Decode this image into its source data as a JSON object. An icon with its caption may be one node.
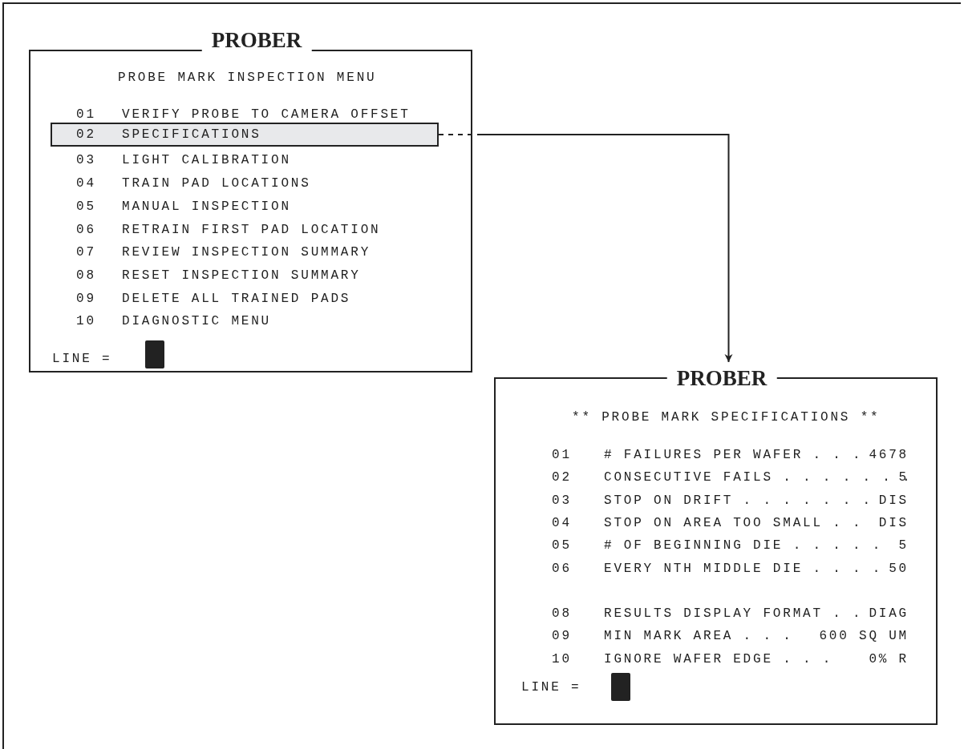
{
  "diagram": {
    "nodes": [
      {
        "text": [
          "PROBER",
          "PROBE MARK INSPECTION MENU",
          "01",
          "VERIFY PROBE TO CAMERA OFFSET",
          "03",
          "LIGHT CALIBRATION",
          "04",
          "TRAIN PAD LOCATIONS",
          "05",
          "MANUAL INSPECTION",
          "06",
          "RETRAIN FIRST PAD LOCATION",
          "07",
          "REVIEW INSPECTION SUMMARY",
          "08",
          "RESET INSPECTION SUMMARY",
          "09",
          "DELETE ALL TRAINED PADS",
          "10",
          "DIAGNOSTIC MENU",
          "LINE ="
        ]
      },
      {
        "text": [
          "02",
          "SPECIFICATIONS"
        ],
        "in": 0
      },
      {
        "text": [
          "PROBER",
          "** PROBE MARK SPECIFICATIONS **",
          "01",
          "# FAILURES PER WAFER . . .",
          "4678",
          "02",
          "CONSECUTIVE FAILS . . . . . . .",
          "5",
          "03",
          "STOP ON DRIFT . . . . . . .",
          "DIS",
          "04",
          "STOP ON AREA TOO SMALL . .",
          "DIS",
          "05",
          "# OF BEGINNING DIE . . . . .",
          "5",
          "06",
          "EVERY NTH MIDDLE DIE . . . .",
          "50",
          "08",
          "RESULTS DISPLAY FORMAT . .",
          "DIAG",
          "09",
          "MIN MARK AREA . . .",
          "600 SQ UM",
          "10",
          "IGNORE WAFER EDGE . . .",
          "0% R",
          "LINE ="
        ]
      }
    ],
    "edges": [
      {
        "from": 1,
        "to": 2,
        "arrow": "to"
      }
    ]
  }
}
